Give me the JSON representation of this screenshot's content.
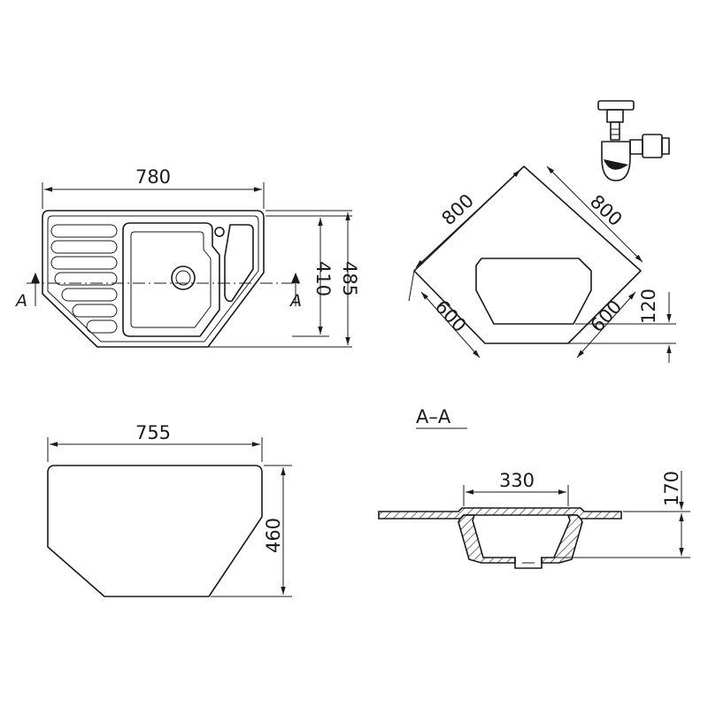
{
  "dimensions": {
    "top_width": "780",
    "top_depth_inner": "410",
    "top_depth_outer": "485",
    "corner_side_a": "800",
    "corner_side_b": "800",
    "corner_front_a": "600",
    "corner_front_b": "600",
    "corner_offset": "120",
    "cutout_width": "755",
    "cutout_depth": "460",
    "bowl_width": "330",
    "bowl_depth": "170"
  },
  "labels": {
    "section_left": "A",
    "section_right": "A",
    "section_title": "A–A"
  }
}
